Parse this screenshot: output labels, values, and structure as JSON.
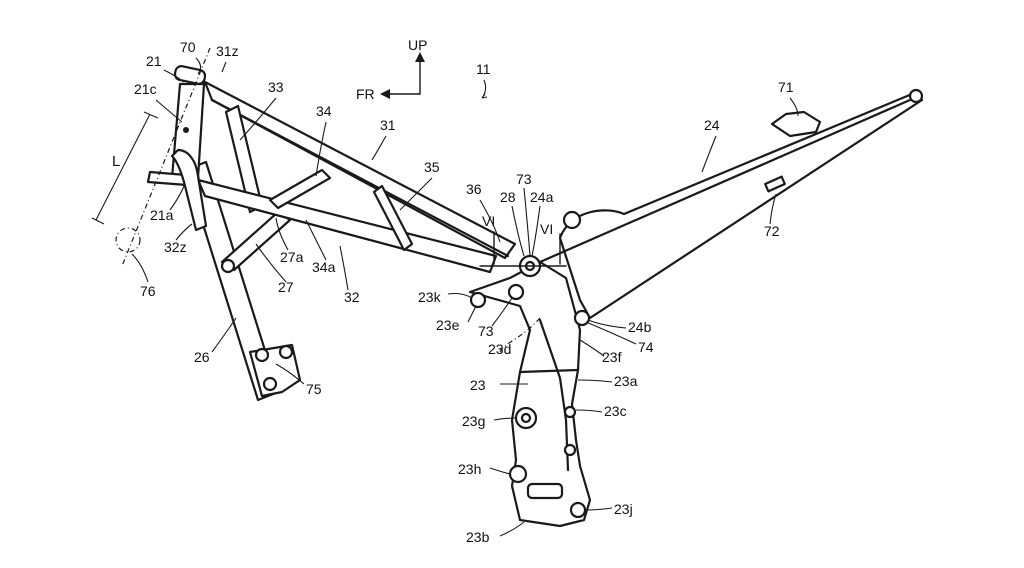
{
  "labels": {
    "l70": "70",
    "l31z": "31z",
    "l21": "21",
    "l33": "33",
    "l21c": "21c",
    "l34": "34",
    "l31": "31",
    "l35": "35",
    "lL": "L",
    "l36": "36",
    "l21a": "21a",
    "l32z": "32z",
    "l27a": "27a",
    "l34a": "34a",
    "l27": "27",
    "l32": "32",
    "l76": "76",
    "l26": "26",
    "l75": "75",
    "l73a": "73",
    "l28": "28",
    "l24a": "24a",
    "lVI1": "VI",
    "lVI2": "VI",
    "l23k": "23k",
    "l23e": "23e",
    "l73b": "73",
    "l23d": "23d",
    "l24b": "24b",
    "l74": "74",
    "l23f": "23f",
    "l23": "23",
    "l23a": "23a",
    "l23c": "23c",
    "l23g": "23g",
    "l23h": "23h",
    "l23j": "23j",
    "l23b": "23b",
    "l11": "11",
    "l24": "24",
    "l71": "71",
    "l72": "72"
  },
  "direction": {
    "up": "UP",
    "fr": "FR"
  }
}
